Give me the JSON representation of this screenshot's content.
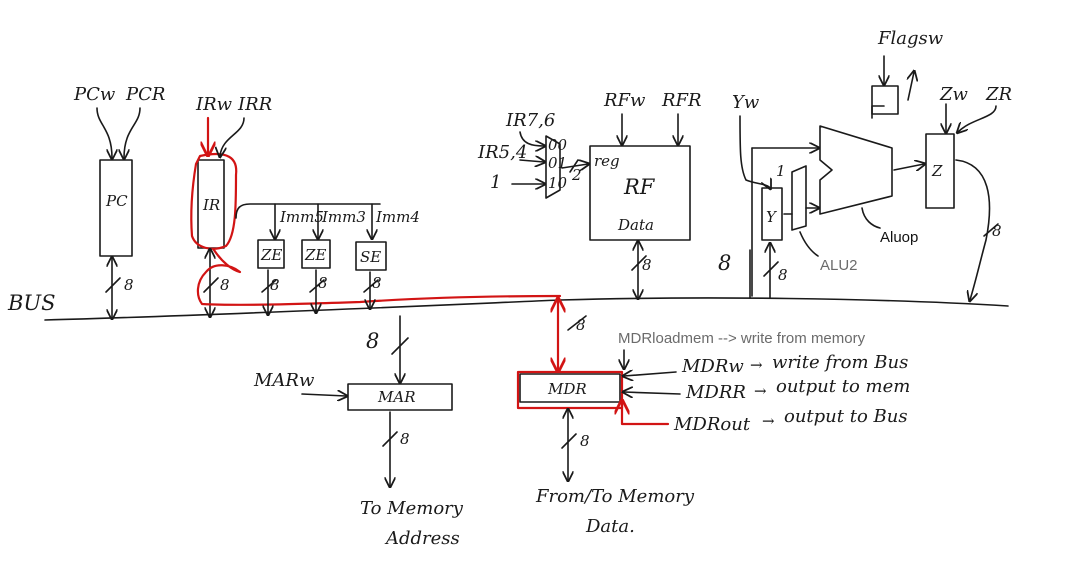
{
  "bus": {
    "label": "BUS"
  },
  "pc": {
    "label": "PC",
    "write": "PCw",
    "read": "PCR",
    "width": "8"
  },
  "ir": {
    "label": "IR",
    "write": "IRw",
    "read": "IRR",
    "width": "8"
  },
  "extenders": [
    {
      "label": "ZE",
      "imm": "Imm5",
      "width": "8"
    },
    {
      "label": "ZE",
      "imm": "Imm3",
      "width": "8"
    },
    {
      "label": "SE",
      "imm": "Imm4",
      "width": "8"
    }
  ],
  "mux": {
    "inputs": [
      "IR7,6",
      "IR5,4",
      "1"
    ],
    "selects": [
      "00",
      "01",
      "10"
    ],
    "width": "2"
  },
  "rf": {
    "label": "RF",
    "port_reg": "reg",
    "port_data": "Data",
    "write": "RFw",
    "read": "RFR",
    "width": "8"
  },
  "y": {
    "label": "Y",
    "write": "Yw",
    "in_width": "8",
    "out_width": "8",
    "mux_label": "1"
  },
  "alu": {
    "op_label": "Aluop",
    "alu2_label": "ALU2"
  },
  "flags": {
    "label": "Flagsw"
  },
  "z": {
    "label": "Z",
    "write": "Zw",
    "read": "ZR",
    "width": "8"
  },
  "mar": {
    "label": "MAR",
    "write": "MARw",
    "bus_width": "8",
    "out_width": "8",
    "dest_line1": "To Memory",
    "dest_line2": "Address"
  },
  "mdr": {
    "label": "MDR",
    "bus_width": "8",
    "mem_width": "8",
    "dest_line1": "From/To Memory",
    "dest_line2": "Data.",
    "loadmem_note": "MDRloadmem --> write from memory",
    "signals": [
      {
        "name": "MDRw",
        "desc": "write from Bus"
      },
      {
        "name": "MDRR",
        "desc": "output to mem"
      },
      {
        "name": "MDRout",
        "desc": "output to Bus"
      }
    ]
  },
  "colors": {
    "ink": "#1a1a1a",
    "highlight": "#d21414",
    "note": "#6b6b6b"
  }
}
